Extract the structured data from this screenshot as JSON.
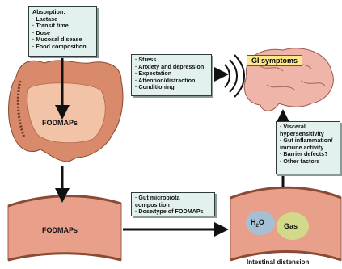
{
  "absorption": {
    "title": "Absorption:",
    "items": [
      "Lactase",
      "Transit time",
      "Dose",
      "Mucosal disease",
      "Food composition"
    ]
  },
  "psych": {
    "items": [
      "Stress",
      "Anxiety and depression",
      "Expectation",
      "Attention/distraction",
      "Conditioning"
    ]
  },
  "gi_symptoms": "GI symptoms",
  "visceral": {
    "items": [
      "Visceral hypersensitivity",
      "Gut inflammation/ immune activity",
      "Barrier defects?",
      "Other factors"
    ]
  },
  "microbiota": {
    "items": [
      "Gut microbiota composition",
      "Dose/type of FODMAPs"
    ]
  },
  "colon_label": "FODMAPs",
  "left_intestine_label": "FODMAPs",
  "h2o_label": "H",
  "h2o_sub": "2",
  "h2o_tail": "O",
  "gas_label": "Gas",
  "caption": "Intestinal distension"
}
